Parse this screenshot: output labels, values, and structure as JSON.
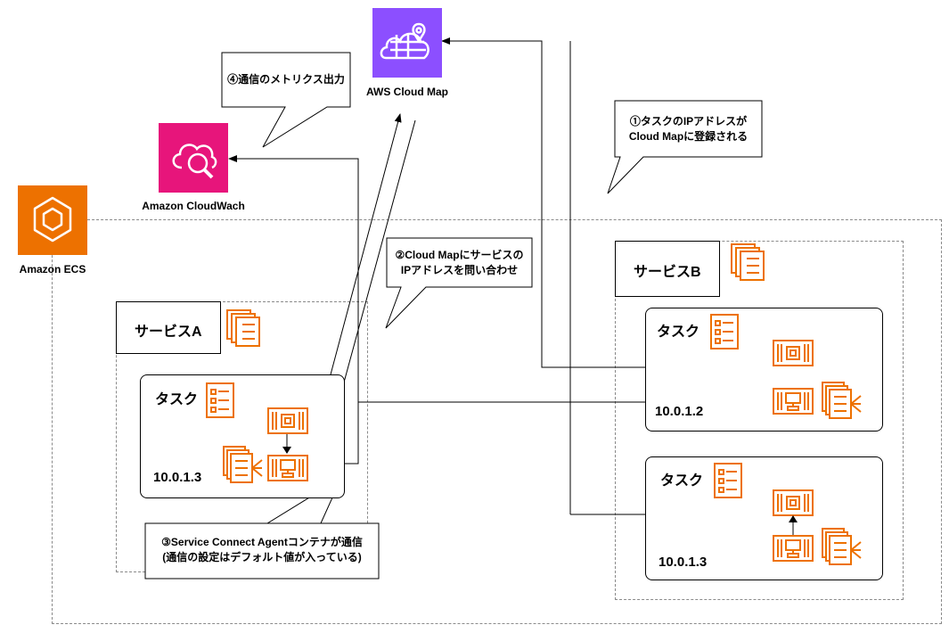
{
  "aws_cloud_map": {
    "label": "AWS Cloud Map",
    "color": "#8C4FFF"
  },
  "cloudwatch": {
    "label": "Amazon CloudWach",
    "color": "#E7157B"
  },
  "ecs": {
    "label": "Amazon ECS",
    "color": "#ED7100"
  },
  "icon_color": "#ED7100",
  "service_a": {
    "title": "サービスA",
    "task": {
      "title": "タスク",
      "ip": "10.0.1.3"
    }
  },
  "service_b": {
    "title": "サービスB",
    "tasks": [
      {
        "title": "タスク",
        "ip": "10.0.1.2"
      },
      {
        "title": "タスク",
        "ip": "10.0.1.3"
      }
    ]
  },
  "callouts": {
    "c1": {
      "line1": "①タスクのIPアドレスが",
      "line2": "Cloud Mapに登録される"
    },
    "c2": {
      "line1": "②Cloud Mapにサービスの",
      "line2": "IPアドレスを問い合わせ"
    },
    "c3": {
      "line1": "③Service Connect Agentコンテナが通信",
      "line2": "(通信の設定はデフォルト値が入っている)"
    },
    "c4": {
      "line1": "④通信のメトリクス出力"
    }
  }
}
